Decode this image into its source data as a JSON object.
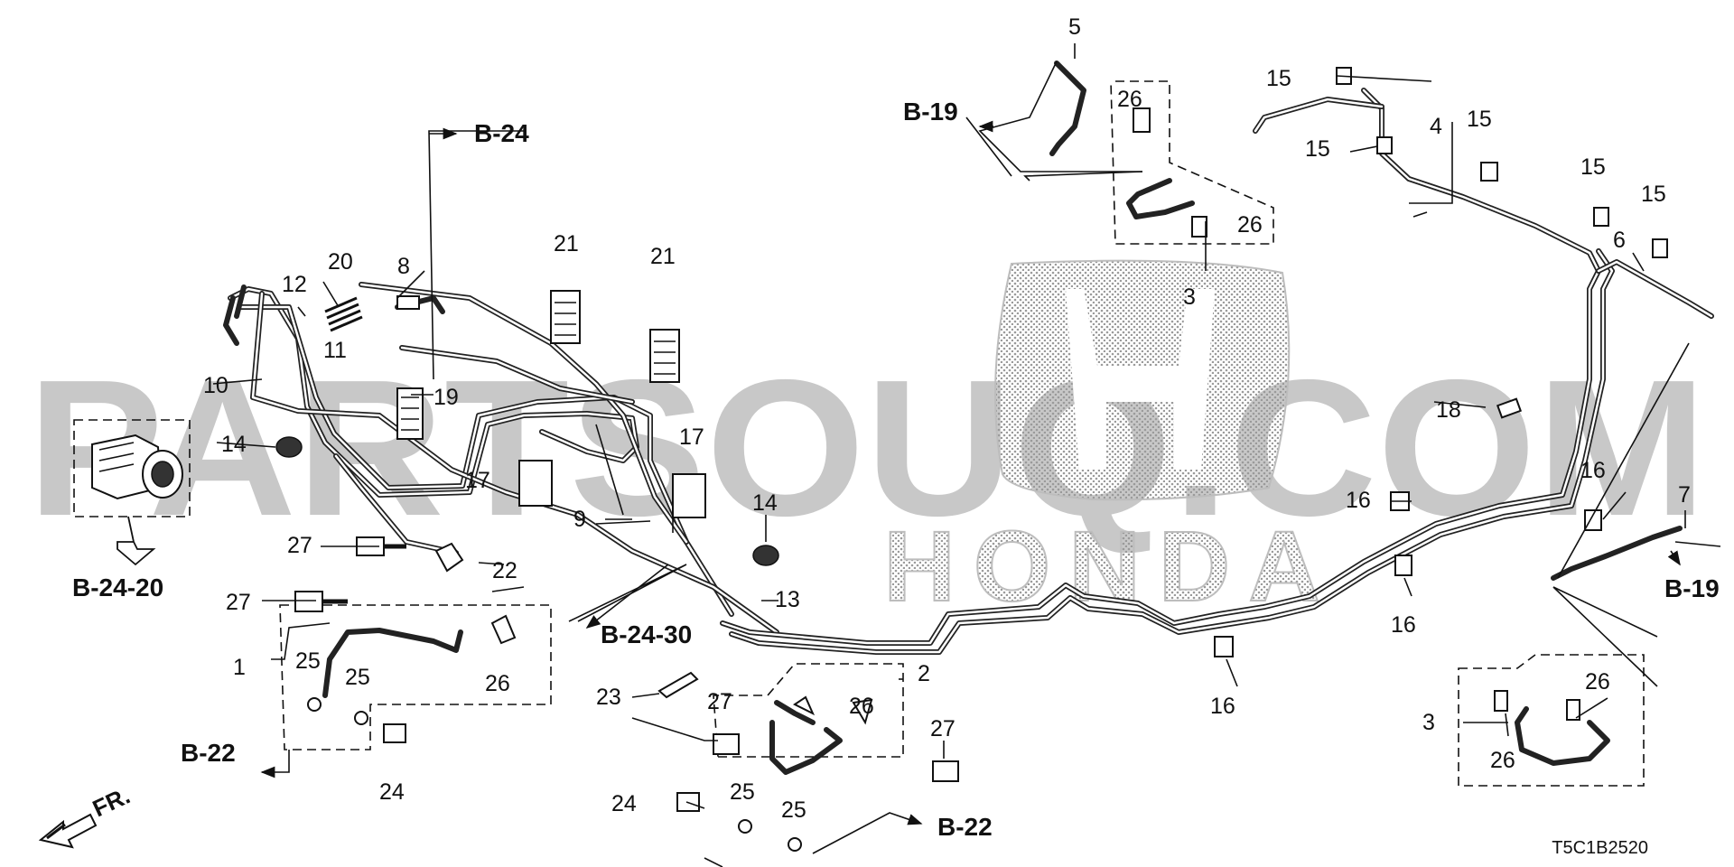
{
  "diagram": {
    "code": "T5C1B2520",
    "front_label": "FR.",
    "watermark": {
      "text": "PARTSOUQ.COM",
      "brand": "HONDA"
    },
    "refs": {
      "b24": "B-24",
      "b19_top": "B-19",
      "b19_right": "B-19",
      "b24_20": "B-24-20",
      "b24_30": "B-24-30",
      "b22_left": "B-22",
      "b22_bottom": "B-22"
    },
    "labels": {
      "p1": "1",
      "p2": "2",
      "p3a": "3",
      "p3b": "3",
      "p4": "4",
      "p5": "5",
      "p6": "6",
      "p7": "7",
      "p8": "8",
      "p9": "9",
      "p10": "10",
      "p11": "11",
      "p12": "12",
      "p13": "13",
      "p14a": "14",
      "p14b": "14",
      "p15a": "15",
      "p15b": "15",
      "p15c": "15",
      "p15d": "15",
      "p15e": "15",
      "p16a": "16",
      "p16b": "16",
      "p16c": "16",
      "p16d": "16",
      "p17a": "17",
      "p17b": "17",
      "p18": "18",
      "p19": "19",
      "p20": "20",
      "p21a": "21",
      "p21b": "21",
      "p22": "22",
      "p23": "23",
      "p24a": "24",
      "p24b": "24",
      "p25a": "25",
      "p25b": "25",
      "p25c": "25",
      "p25d": "25",
      "p26a": "26",
      "p26b": "26",
      "p26c": "26",
      "p26d": "26",
      "p26e": "26",
      "p26f": "26",
      "p27a": "27",
      "p27b": "27",
      "p27c": "27",
      "p27d": "27"
    }
  }
}
